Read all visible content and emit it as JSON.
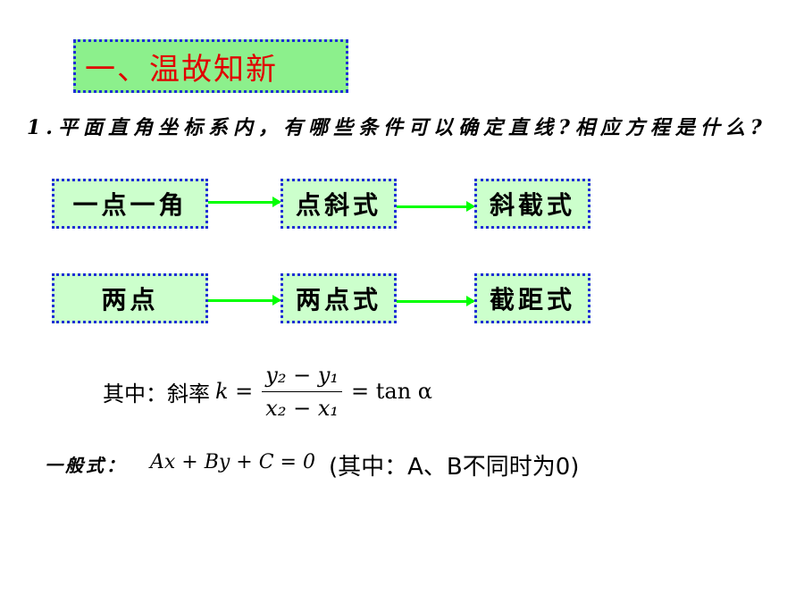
{
  "title": "一、温故知新",
  "question": "1.平面直角坐标系内，有哪些条件可以确定直线?相应方程是什么?",
  "flow": {
    "row1": [
      "一点一角",
      "点斜式",
      "斜截式"
    ],
    "row2": [
      "两点",
      "两点式",
      "截距式"
    ]
  },
  "formula": {
    "prefix": "其中：斜率",
    "k": "k =",
    "numerator": "y₂ − y₁",
    "denominator": "x₂ − x₁",
    "result": "= tan α"
  },
  "general": {
    "label": "一般式：",
    "equation": "Ax + By + C = 0",
    "note": "(其中：A、B不同时为0)"
  }
}
